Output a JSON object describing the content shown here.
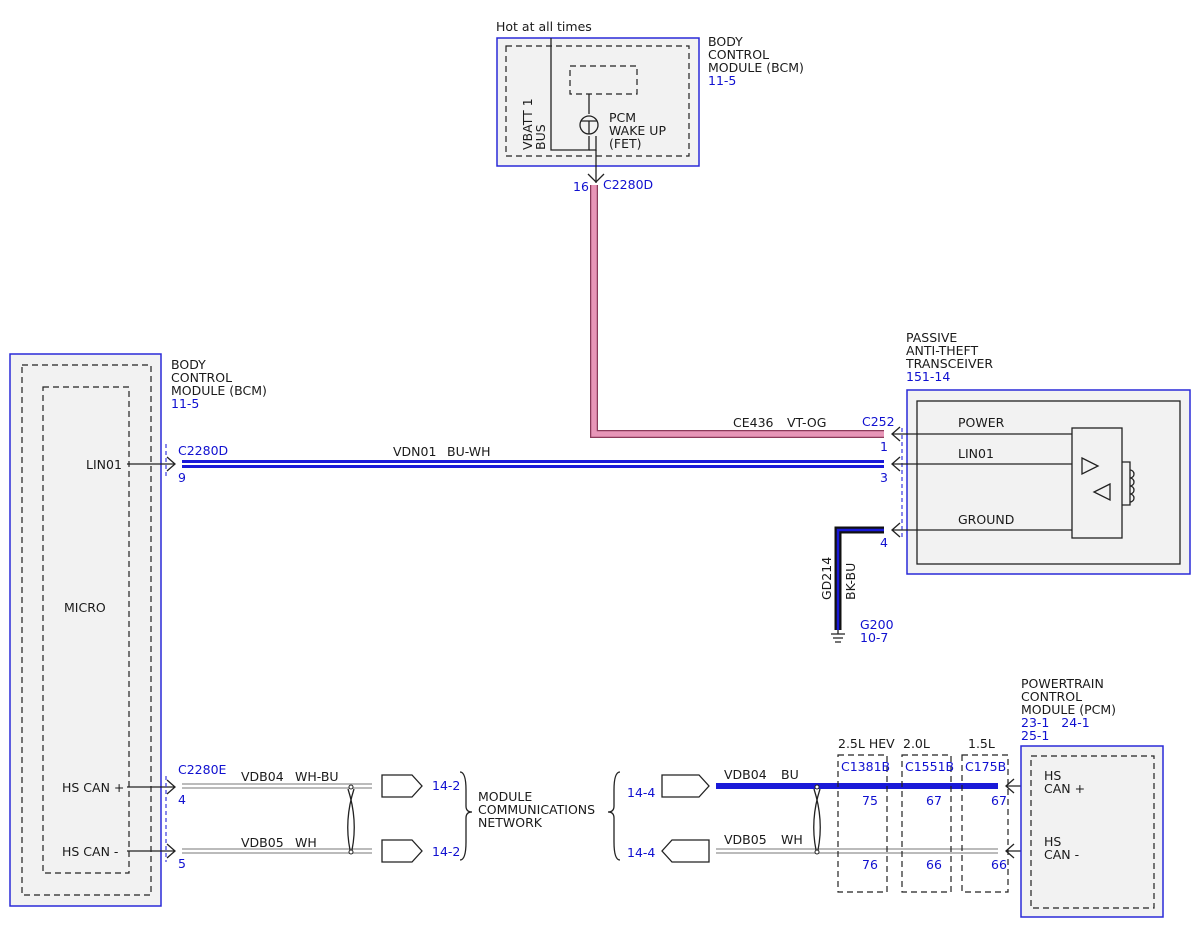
{
  "colors": {
    "module_border": "#2a2ad8",
    "label_blue": "#1010d0",
    "wire_pink": "#e080a8",
    "wire_blue": "#1a1ad8",
    "wire_black": "#111111",
    "module_fill": "#f2f2f2"
  },
  "bcm_top": {
    "supply_label": "Hot at all times",
    "title_lines": [
      "BODY",
      "CONTROL",
      "MODULE (BCM)"
    ],
    "ref": "11-5",
    "bus_lines": [
      "VBATT 1",
      "BUS"
    ],
    "fet_lines": [
      "PCM",
      "WAKE UP",
      "(FET)"
    ],
    "pin": "16",
    "connector": "C2280D"
  },
  "wire_ce436": {
    "circuit": "CE436",
    "color": "VT-OG"
  },
  "bcm_left": {
    "title_lines": [
      "BODY",
      "CONTROL",
      "MODULE (BCM)"
    ],
    "ref": "11-5",
    "micro_label": "MICRO",
    "lin_label": "LIN01",
    "hscan_plus": "HS CAN +",
    "hscan_minus": "HS CAN -",
    "conn_lin": "C2280D",
    "pin_lin": "9",
    "conn_can": "C2280E",
    "pin_can_plus": "4",
    "pin_can_minus": "5"
  },
  "wire_vdn01": {
    "circuit": "VDN01",
    "color": "BU-WH"
  },
  "pats": {
    "title_lines": [
      "PASSIVE",
      "ANTI-THEFT",
      "TRANSCEIVER"
    ],
    "ref": "151-14",
    "connector": "C252",
    "pins": [
      {
        "num": "1",
        "label": "POWER"
      },
      {
        "num": "3",
        "label": "LIN01"
      },
      {
        "num": "4",
        "label": "GROUND"
      }
    ]
  },
  "ground": {
    "circuit": "GD214",
    "color": "BK-BU",
    "point": "G200",
    "ref": "10-7"
  },
  "can_left": [
    {
      "circuit": "VDB04",
      "color": "WH-BU",
      "ref": "14-2"
    },
    {
      "circuit": "VDB05",
      "color": "WH",
      "ref": "14-2"
    }
  ],
  "network_lines": [
    "MODULE",
    "COMMUNICATIONS",
    "NETWORK"
  ],
  "can_right": [
    {
      "circuit": "VDB04",
      "color": "BU",
      "ref": "14-4"
    },
    {
      "circuit": "VDB05",
      "color": "WH",
      "ref": "14-4"
    }
  ],
  "pcm": {
    "title_lines": [
      "POWERTRAIN",
      "CONTROL",
      "MODULE (PCM)"
    ],
    "refs_line1": "23-1   24-1",
    "refs_line2": "25-1",
    "hscan_plus_lines": [
      "HS",
      "CAN +"
    ],
    "hscan_minus_lines": [
      "HS",
      "CAN -"
    ],
    "variants": [
      {
        "engine": "2.5L HEV",
        "connector": "C1381B",
        "pin_plus": "75",
        "pin_minus": "76"
      },
      {
        "engine": "2.0L",
        "connector": "C1551B",
        "pin_plus": "67",
        "pin_minus": "66"
      },
      {
        "engine": "1.5L",
        "connector": "C175B",
        "pin_plus": "67",
        "pin_minus": "66"
      }
    ]
  }
}
